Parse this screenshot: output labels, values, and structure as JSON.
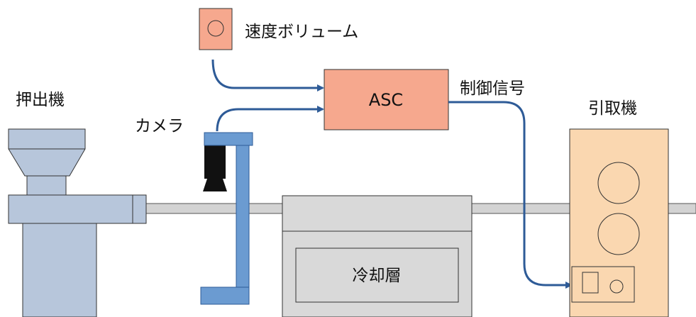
{
  "labels": {
    "speed_volume": "速度ボリューム",
    "asc": "ASC",
    "control_signal": "制御信号",
    "extruder": "押出機",
    "camera": "カメラ",
    "puller": "引取機",
    "cooling": "冷却層"
  },
  "colors": {
    "salmon": "#F6A88E",
    "arrow": "#2E5B97",
    "blue_part": "#6B9BD1",
    "grey_blue": "#B7C6DB",
    "grey": "#D9D9D9",
    "beige": "#FAD7B0"
  }
}
